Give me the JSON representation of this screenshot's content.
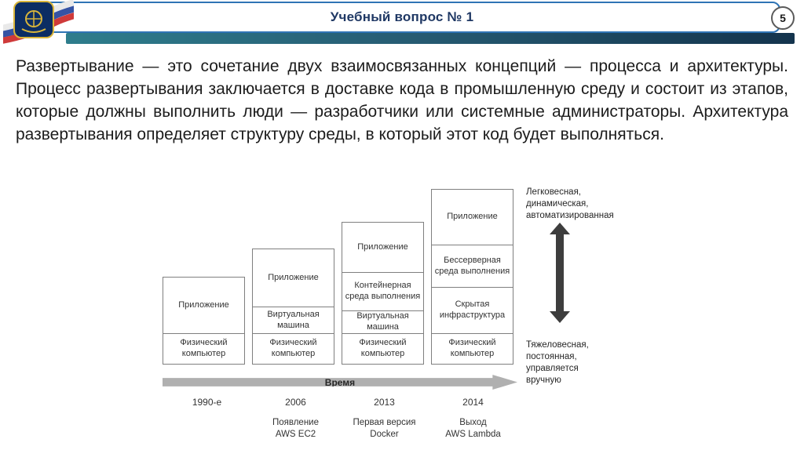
{
  "header": {
    "title": "Учебный вопрос № 1",
    "slide_number": "5"
  },
  "body": {
    "paragraph": "Развертывание — это сочетание двух взаимосвязанных концепций — процесса и архитектуры. Процесс развертывания заключается в доставке кода в промышленную среду и состоит из этапов, которые должны выполнить люди — разработчики или системные администраторы. Архитектура развертывания определяет структуру среды, в который этот код будет выполняться."
  },
  "diagram": {
    "time_arrow_label": "Время",
    "axis": {
      "top_label": "Легковесная,\nдинамическая,\nавтоматизированная",
      "bottom_label": "Тяжеловесная,\nпостоянная,\nуправляется\nвручную"
    },
    "columns": [
      {
        "year": "1990-е",
        "caption": "",
        "boxes": [
          {
            "label": "Приложение",
            "h": 73
          },
          {
            "label": "Физический компьютер",
            "h": 40
          }
        ]
      },
      {
        "year": "2006",
        "caption": "Появление\nAWS EC2",
        "boxes": [
          {
            "label": "Приложение",
            "h": 75
          },
          {
            "label": "Виртуальная машина",
            "h": 35
          },
          {
            "label": "Физический компьютер",
            "h": 40
          }
        ]
      },
      {
        "year": "2013",
        "caption": "Первая версия\nDocker",
        "boxes": [
          {
            "label": "Приложение",
            "h": 65
          },
          {
            "label": "Контейнерная среда выполнения",
            "h": 50
          },
          {
            "label": "Виртуальная машина",
            "h": 30
          },
          {
            "label": "Физический компьютер",
            "h": 40
          }
        ]
      },
      {
        "year": "2014",
        "caption": "Выход\nAWS Lambda",
        "boxes": [
          {
            "label": "Приложение",
            "h": 72
          },
          {
            "label": "Бессерверная среда выполнения",
            "h": 55
          },
          {
            "label": "Скрытая инфраструктура",
            "h": 60
          },
          {
            "label": "Физический компьютер",
            "h": 40
          }
        ]
      }
    ]
  },
  "colors": {
    "accent_blue": "#2F74B5",
    "title_navy": "#1F3864",
    "strip_teal": "#2E7D8C",
    "strip_navy": "#14344D",
    "box_border_gray": "#7F7F7F",
    "time_arrow_gray": "#B0B0B0",
    "vertical_arrow_dark": "#3D3D3D"
  }
}
